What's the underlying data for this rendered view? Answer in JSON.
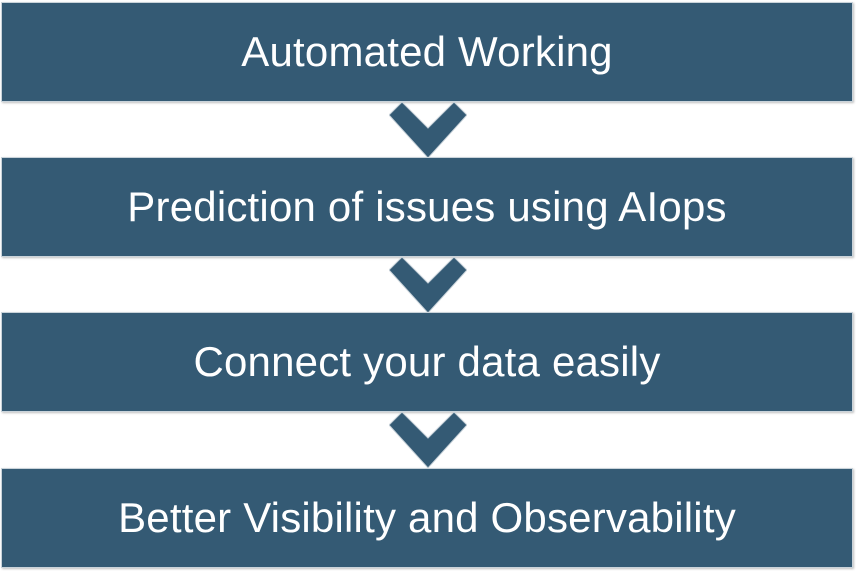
{
  "diagram": {
    "steps": [
      {
        "label": "Automated Working"
      },
      {
        "label": "Prediction of issues using AIops"
      },
      {
        "label": "Connect your data easily"
      },
      {
        "label": "Better Visibility and Observability"
      }
    ],
    "colors": {
      "box_fill": "#345a74",
      "box_text": "#ffffff",
      "arrow_fill": "#345a74",
      "background": "#ffffff"
    }
  }
}
